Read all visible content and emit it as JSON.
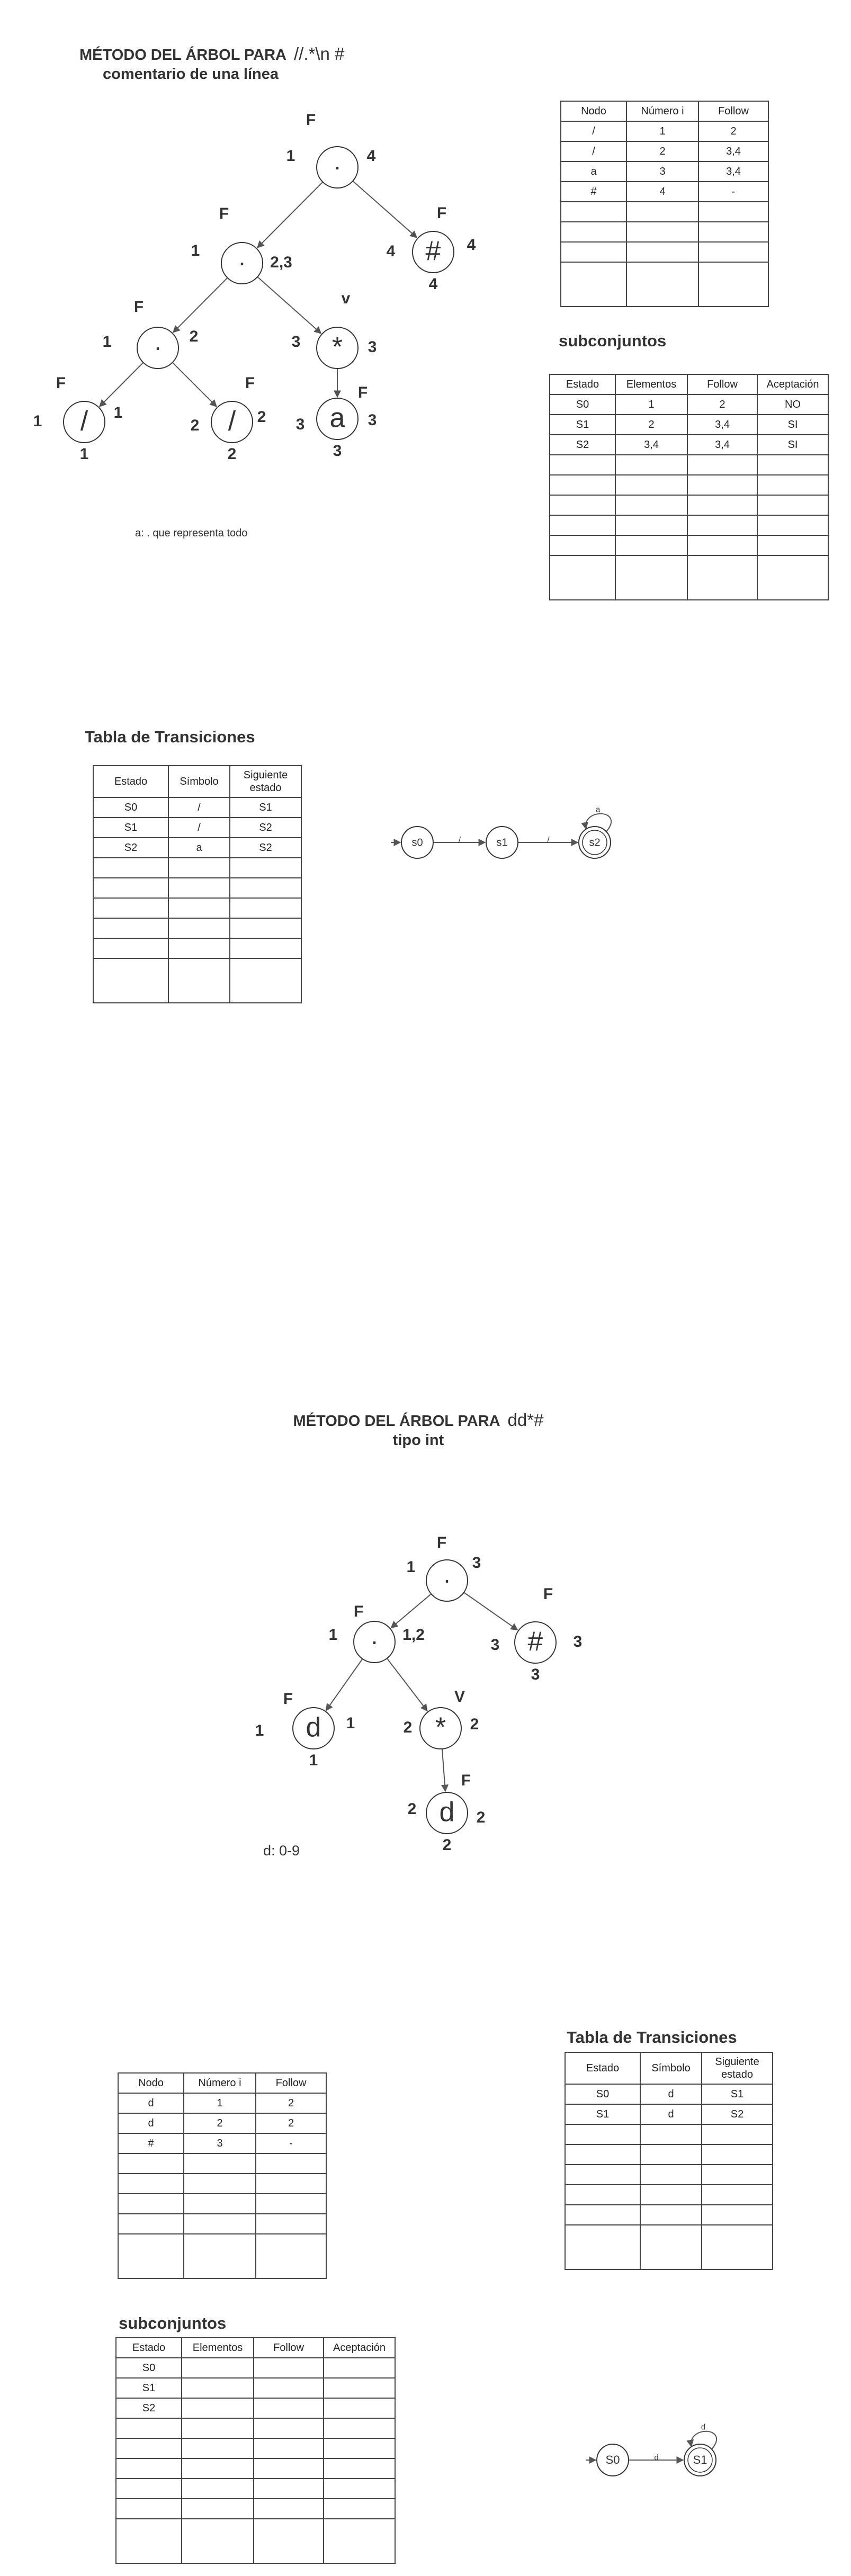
{
  "section1": {
    "title_line1": "MÉTODO DEL ÁRBOL PARA",
    "title_expr": "//.*\\n  #",
    "title_line2": "comentario de una línea",
    "note": "a: . que representa todo",
    "tree": {
      "nodes": [
        {
          "id": "root",
          "symbol": ".",
          "first": "1",
          "last": "4",
          "nullable": "F"
        },
        {
          "id": "n_hash",
          "symbol": "#",
          "first": "4",
          "last": "4",
          "nullable": "F",
          "position": "4"
        },
        {
          "id": "n_dot2",
          "symbol": ".",
          "first": "1",
          "last": "2,3",
          "nullable": "F"
        },
        {
          "id": "n_dot3",
          "symbol": ".",
          "first": "1",
          "last": "2",
          "nullable": "F"
        },
        {
          "id": "n_star",
          "symbol": "*",
          "first": "3",
          "last": "3",
          "nullable": "v"
        },
        {
          "id": "n_slash1",
          "symbol": "/",
          "first": "1",
          "last": "1",
          "nullable": "F",
          "position": "1"
        },
        {
          "id": "n_slash2",
          "symbol": "/",
          "first": "2",
          "last": "2",
          "nullable": "F",
          "position": "2"
        },
        {
          "id": "n_a",
          "symbol": "a",
          "first": "3",
          "last": "3",
          "nullable": "F",
          "position": "3"
        }
      ]
    },
    "follow_table": {
      "headers": [
        "Nodo",
        "Número i",
        "Follow"
      ],
      "rows": [
        [
          "/",
          "1",
          "2"
        ],
        [
          "/",
          "2",
          "3,4"
        ],
        [
          "a",
          "3",
          "3,4"
        ],
        [
          "#",
          "4",
          "-"
        ]
      ],
      "empty_rows": 4
    },
    "subsets_heading": "subconjuntos",
    "subsets_table": {
      "headers": [
        "Estado",
        "Elementos",
        "Follow",
        "Aceptación"
      ],
      "rows": [
        [
          "S0",
          "1",
          "2",
          "NO"
        ],
        [
          "S1",
          "2",
          "3,4",
          "SI"
        ],
        [
          "S2",
          "3,4",
          "3,4",
          "SI"
        ]
      ],
      "empty_rows": 6
    },
    "transitions_heading": "Tabla de Transiciones",
    "transitions_table": {
      "headers": [
        "Estado",
        "Símbolo",
        "Siguiente estado"
      ],
      "rows": [
        [
          "S0",
          "/",
          "S1"
        ],
        [
          "S1",
          "/",
          "S2"
        ],
        [
          "S2",
          "a",
          "S2"
        ]
      ],
      "empty_rows": 6
    },
    "automaton": {
      "states": [
        {
          "label": "s0",
          "accepting": false
        },
        {
          "label": "s1",
          "accepting": false
        },
        {
          "label": "s2",
          "accepting": true
        }
      ],
      "edges": [
        {
          "from": "s0",
          "to": "s1",
          "label": "/"
        },
        {
          "from": "s1",
          "to": "s2",
          "label": "/"
        },
        {
          "from": "s2",
          "to": "s2",
          "label": "a"
        }
      ]
    }
  },
  "section2": {
    "title_line1": "MÉTODO DEL ÁRBOL PARA",
    "title_expr": "dd*#",
    "title_line2": "tipo int",
    "note": "d: 0-9",
    "tree": {
      "nodes": [
        {
          "id": "root",
          "symbol": ".",
          "first": "1",
          "last": "3",
          "nullable": "F"
        },
        {
          "id": "n_hash",
          "symbol": "#",
          "first": "3",
          "last": "3",
          "nullable": "F",
          "position": "3"
        },
        {
          "id": "n_dot2",
          "symbol": ".",
          "first": "1",
          "last": "1,2",
          "nullable": "F"
        },
        {
          "id": "n_d1",
          "symbol": "d",
          "first": "1",
          "last": "1",
          "nullable": "F",
          "position": "1"
        },
        {
          "id": "n_star",
          "symbol": "*",
          "first": "2",
          "last": "2",
          "nullable": "V"
        },
        {
          "id": "n_d2",
          "symbol": "d",
          "first": "2",
          "last": "2",
          "nullable": "F",
          "position": "2"
        }
      ]
    },
    "transitions_heading": "Tabla de Transiciones",
    "transitions_table": {
      "headers": [
        "Estado",
        "Símbolo",
        "Siguiente estado"
      ],
      "rows": [
        [
          "S0",
          "d",
          "S1"
        ],
        [
          "S1",
          "d",
          "S2"
        ]
      ],
      "empty_rows": 6
    },
    "follow_table": {
      "headers": [
        "Nodo",
        "Número i",
        "Follow"
      ],
      "rows": [
        [
          "d",
          "1",
          "2"
        ],
        [
          "d",
          "2",
          "2"
        ],
        [
          "#",
          "3",
          "-"
        ]
      ],
      "empty_rows": 5
    },
    "subsets_heading": "subconjuntos",
    "subsets_table": {
      "headers": [
        "Estado",
        "Elementos",
        "Follow",
        "Aceptación"
      ],
      "rows": [
        [
          "S0",
          "",
          "",
          ""
        ],
        [
          "S1",
          "",
          "",
          ""
        ],
        [
          "S2",
          "",
          "",
          ""
        ]
      ],
      "empty_rows": 6
    },
    "automaton": {
      "states": [
        {
          "label": "S0",
          "accepting": false
        },
        {
          "label": "S1",
          "accepting": true
        }
      ],
      "edges": [
        {
          "from": "S0",
          "to": "S1",
          "label": "d"
        },
        {
          "from": "S1",
          "to": "S1",
          "label": "d"
        }
      ]
    }
  }
}
